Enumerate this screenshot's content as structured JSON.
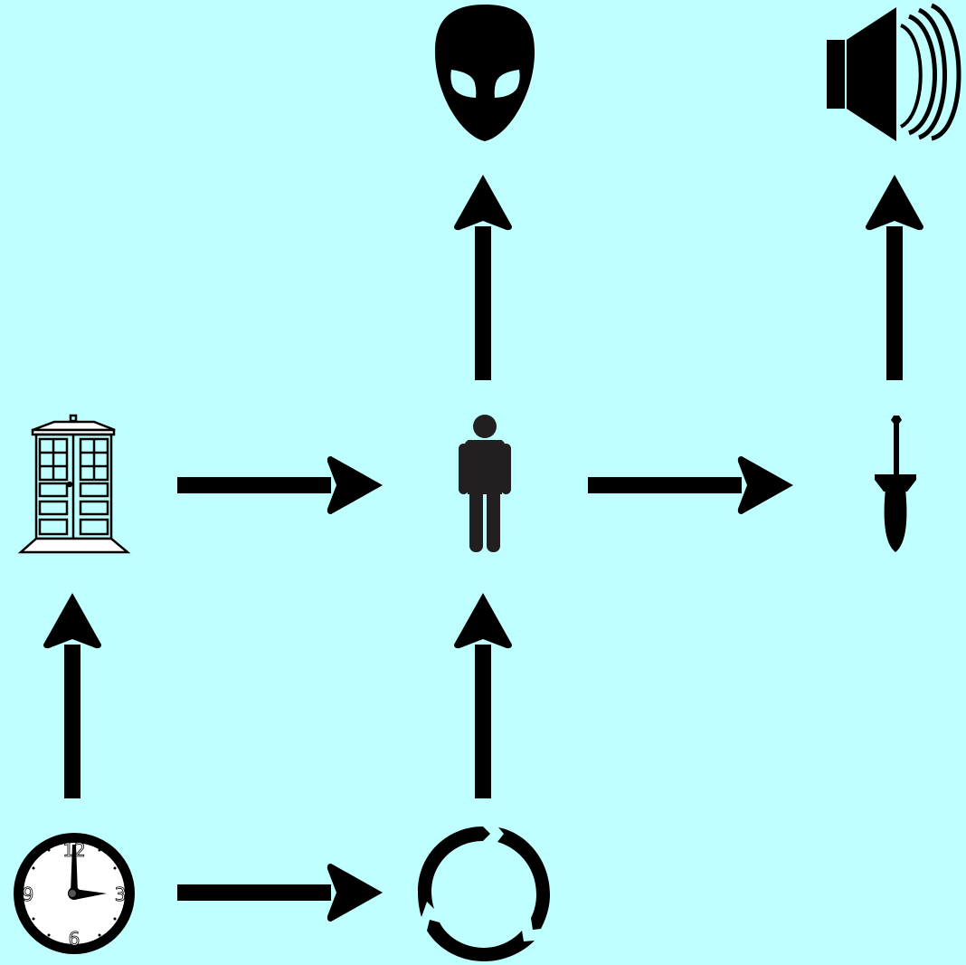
{
  "colors": {
    "background": "#bfffff",
    "ink": "#000000",
    "person": "#231f20",
    "clock_face": "#ffffff"
  },
  "nodes": [
    {
      "id": "alien",
      "icon": "alien-head-icon"
    },
    {
      "id": "speaker",
      "icon": "speaker-sound-icon"
    },
    {
      "id": "tardis",
      "icon": "police-box-icon"
    },
    {
      "id": "person",
      "icon": "person-icon"
    },
    {
      "id": "screwdriver",
      "icon": "sonic-screwdriver-icon"
    },
    {
      "id": "clock",
      "icon": "clock-icon"
    },
    {
      "id": "cycle",
      "icon": "regeneration-cycle-icon"
    }
  ],
  "edges": [
    {
      "from": "clock",
      "to": "tardis"
    },
    {
      "from": "clock",
      "to": "cycle"
    },
    {
      "from": "cycle",
      "to": "person"
    },
    {
      "from": "tardis",
      "to": "person"
    },
    {
      "from": "person",
      "to": "alien"
    },
    {
      "from": "person",
      "to": "screwdriver"
    },
    {
      "from": "screwdriver",
      "to": "speaker"
    }
  ],
  "clock": {
    "numerals": {
      "n12": "12",
      "n3": "3",
      "n6": "6",
      "n9": "9"
    }
  }
}
